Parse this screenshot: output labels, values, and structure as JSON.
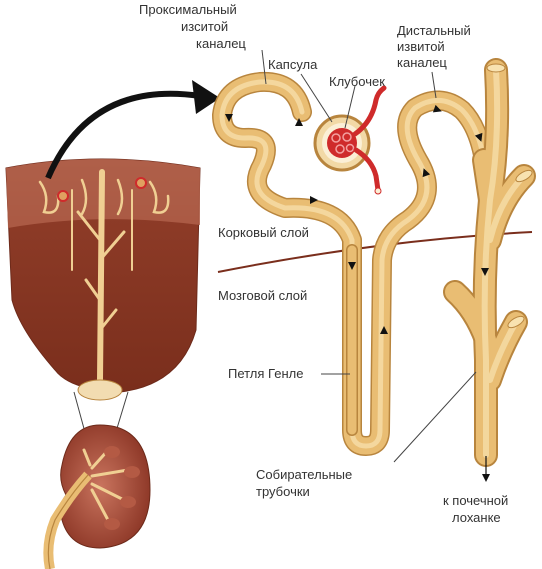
{
  "labels": {
    "proximal": [
      "Проксимальный",
      "изситой",
      "каналец"
    ],
    "capsule": "Капсула",
    "glomerulus": "Клубочек",
    "distal": [
      "Дистальный",
      "извитой",
      "каналец"
    ],
    "cortex": "Корковый слой",
    "medulla": "Мозговой слой",
    "henle": "Петля Генле",
    "collecting": [
      "Собирательные",
      "трубочки"
    ],
    "pelvis": [
      "к почечной",
      "лоханке"
    ]
  },
  "colors": {
    "tubule_outline": "#b8853e",
    "tubule_fill": "#e9bd73",
    "tubule_highlight": "#f8e2b0",
    "tissue_dark": "#8d3b27",
    "tissue_light": "#b9624b",
    "blood_red": "#cf2b2b",
    "boundary": "#7a2e1c",
    "arrow": "#111111"
  }
}
